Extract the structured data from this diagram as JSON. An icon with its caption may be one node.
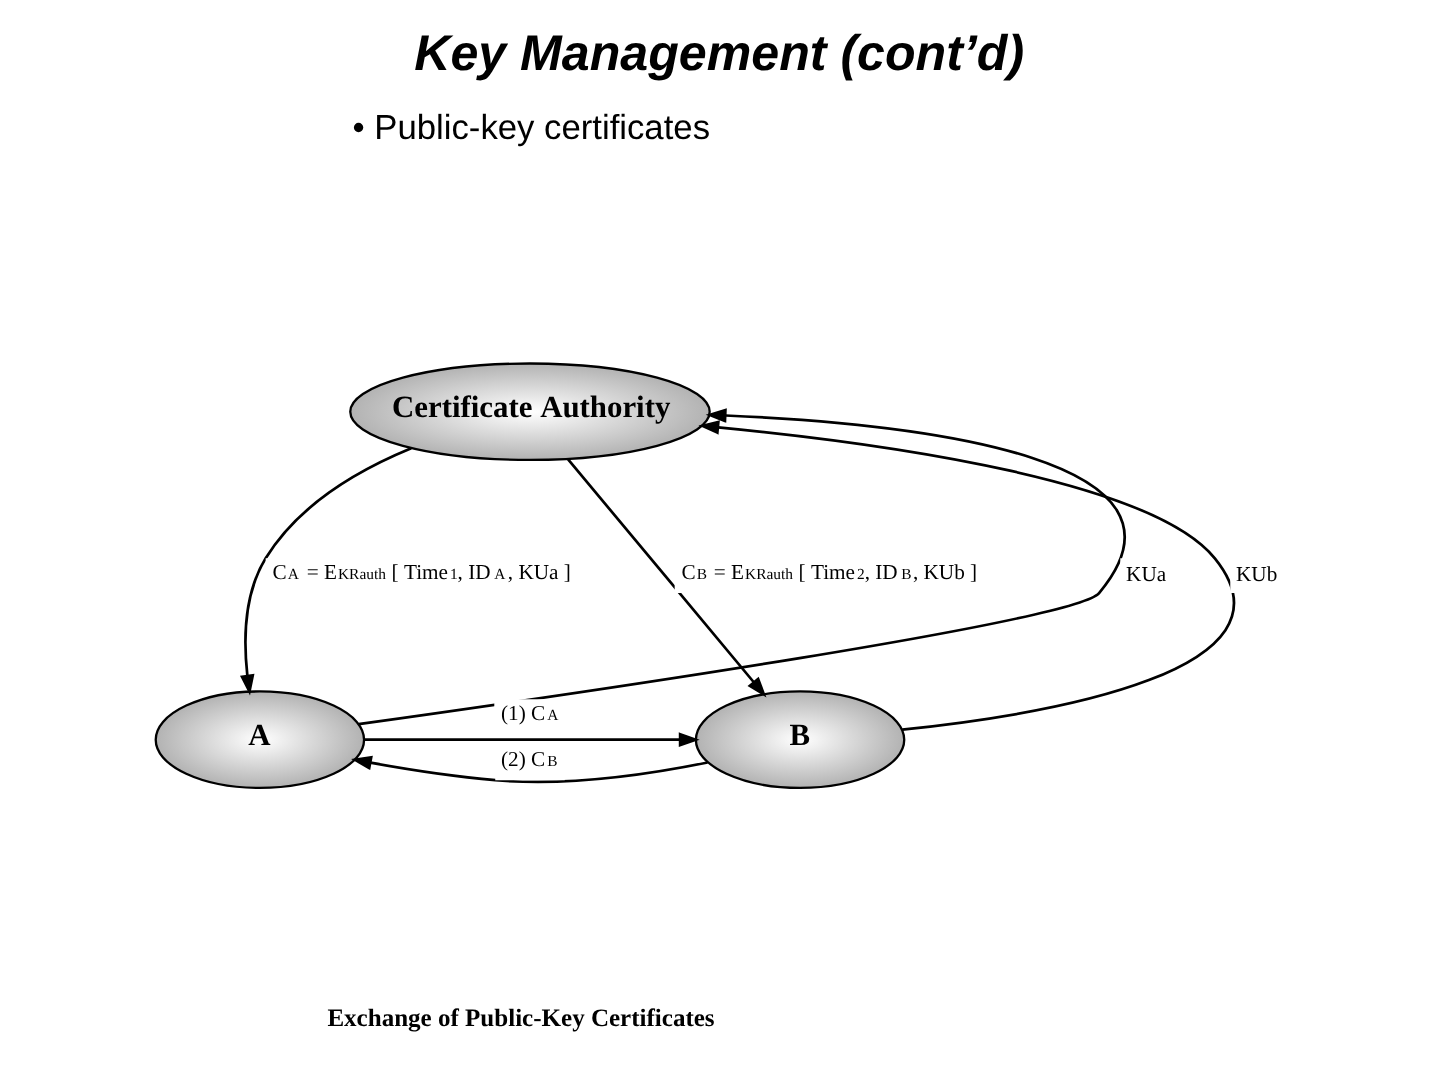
{
  "diagram": {
    "title": "Key Management (cont’d)",
    "caption": "Exchange of Public-Key Certificates",
    "nodes": [
      {
        "text": [
          "Certificate Authority"
        ]
      },
      {
        "text": [
          "A"
        ]
      },
      {
        "text": [
          "B"
        ]
      }
    ],
    "edges": [
      {
        "from": 1,
        "to": 0,
        "arrow": "to",
        "label": "KUa"
      },
      {
        "from": 2,
        "to": 0,
        "arrow": "to",
        "label": "KUb"
      },
      {
        "from": 0,
        "to": 1,
        "arrow": "to",
        "label": "C$_{A}$ = E$_{KRauth}$ [ Time$_{1}$, ID$_{A}$, KUa ]"
      },
      {
        "from": 0,
        "to": 2,
        "arrow": "to",
        "label": "C$_{B}$ = E$_{KRauth}$ [ Time$_{2}$, ID$_{B}$, KUb ]"
      },
      {
        "from": 1,
        "to": 2,
        "arrow": "to",
        "label": "(1) C$_{A}$"
      },
      {
        "from": 2,
        "to": 1,
        "arrow": "to",
        "label": "(2) C$_{B}$"
      }
    ],
    "labels": [
      "• Public-key certificates"
    ]
  }
}
